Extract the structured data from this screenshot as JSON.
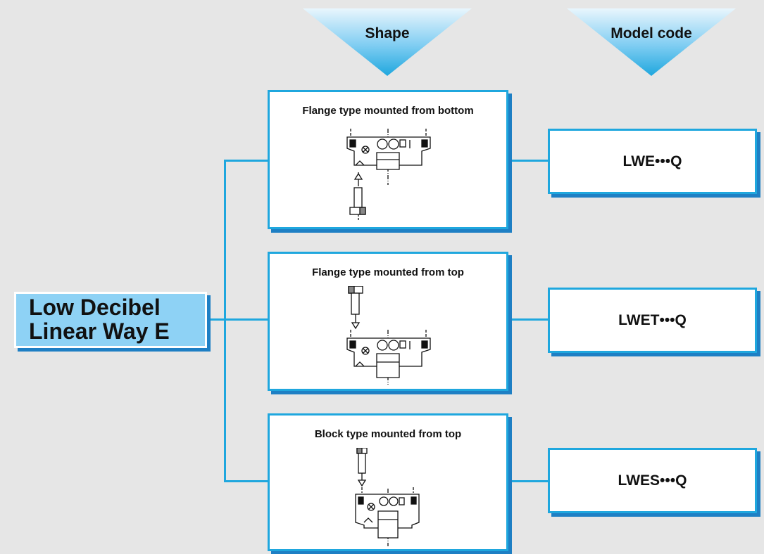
{
  "headers": {
    "shape": "Shape",
    "model_code": "Model code"
  },
  "product": {
    "line1": "Low Decibel",
    "line2": "Linear Way E"
  },
  "rows": [
    {
      "shape_title": "Flange type mounted from bottom",
      "model_code": "LWE•••Q"
    },
    {
      "shape_title": "Flange type mounted from top",
      "model_code": "LWET•••Q"
    },
    {
      "shape_title": "Block type mounted from top",
      "model_code": "LWES•••Q"
    }
  ],
  "colors": {
    "background": "#e6e6e6",
    "accent": "#1fa7de",
    "shadow": "#1e7fc4",
    "product_fill": "#8ed2f5"
  }
}
